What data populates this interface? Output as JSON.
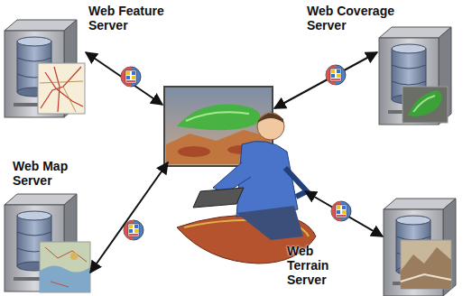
{
  "diagram": {
    "nodes": [
      {
        "text": [
          "Web Feature Server"
        ]
      },
      {
        "text": [
          "Web Coverage Server"
        ]
      },
      {
        "text": [
          "Web Map Server"
        ]
      },
      {
        "text": [
          "Web Terrain Server"
        ]
      }
    ]
  }
}
